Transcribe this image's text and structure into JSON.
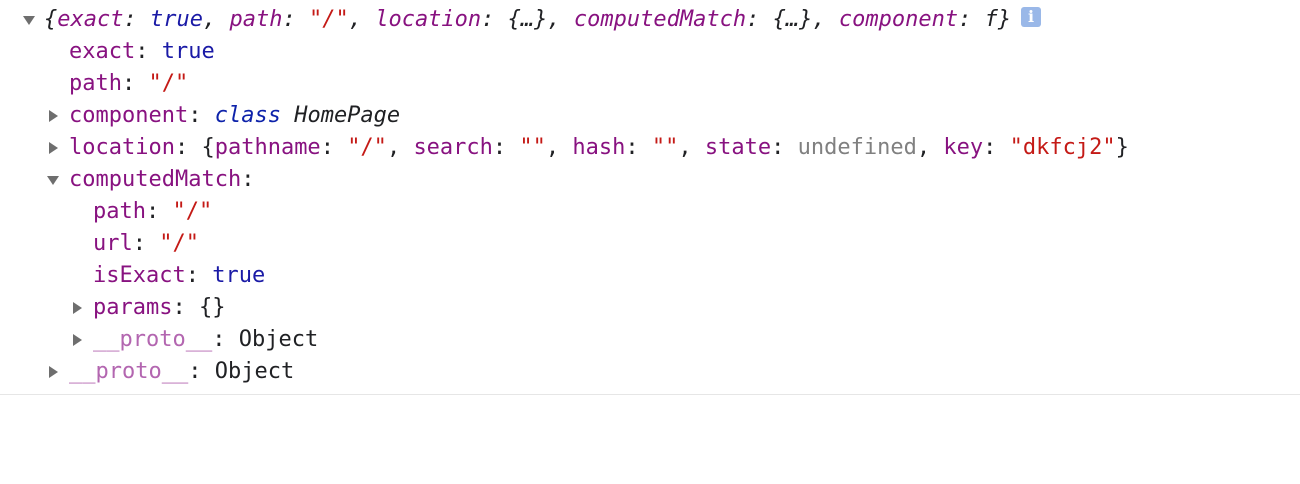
{
  "summary": {
    "open_brace": "{",
    "exact_key": "exact",
    "exact_val": "true",
    "path_key": "path",
    "path_val": "\"/\"",
    "location_key": "location",
    "location_val": "{…}",
    "computedMatch_key": "computedMatch",
    "computedMatch_val": "{…}",
    "component_key": "component",
    "component_val": "f",
    "close_brace": "}",
    "info_glyph": "i"
  },
  "props": {
    "exact": {
      "key": "exact",
      "value": "true"
    },
    "path": {
      "key": "path",
      "value": "\"/\""
    },
    "component": {
      "key": "component",
      "keyword": "class",
      "name": "HomePage"
    },
    "location": {
      "key": "location",
      "pathname_key": "pathname",
      "pathname_val": "\"/\"",
      "search_key": "search",
      "search_val": "\"\"",
      "hash_key": "hash",
      "hash_val": "\"\"",
      "state_key": "state",
      "state_val": "undefined",
      "key_key": "key",
      "key_val": "\"dkfcj2\""
    },
    "computedMatch": {
      "key": "computedMatch",
      "path": {
        "key": "path",
        "value": "\"/\""
      },
      "url": {
        "key": "url",
        "value": "\"/\""
      },
      "isExact": {
        "key": "isExact",
        "value": "true"
      },
      "params": {
        "key": "params",
        "value": "{}"
      },
      "proto": {
        "key": "__proto__",
        "value": "Object"
      }
    },
    "proto": {
      "key": "__proto__",
      "value": "Object"
    }
  },
  "icons": {
    "expanded": "triangle-down-icon",
    "collapsed": "triangle-right-icon",
    "info": "info-icon"
  },
  "colors": {
    "key": "#881280",
    "key_dim": "#b366b0",
    "boolean": "#1a1aa6",
    "string": "#c41a16",
    "undefined": "#808080",
    "class_keyword": "#0d22aa",
    "info_badge": "#9ab8e8"
  }
}
